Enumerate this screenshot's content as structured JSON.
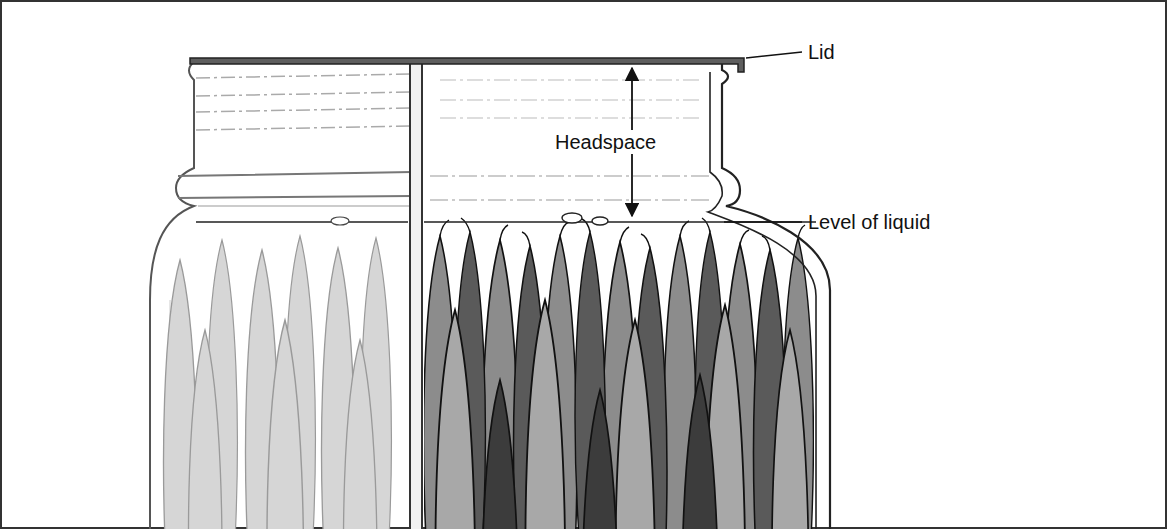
{
  "diagram": {
    "labels": [
      "Lid",
      "Headspace",
      "Level of liquid"
    ]
  }
}
